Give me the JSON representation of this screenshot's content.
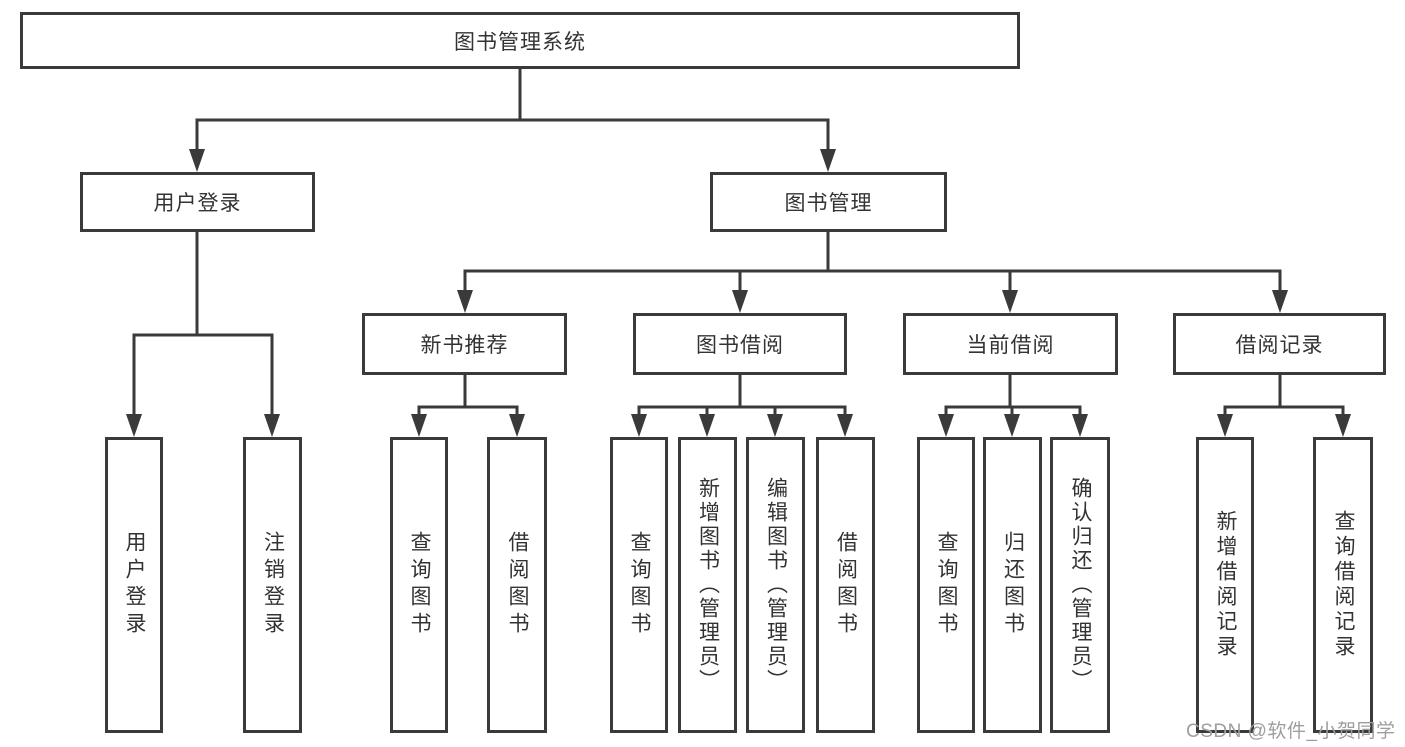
{
  "diagram_title": "图书管理系统",
  "nodes": {
    "root": "图书管理系统",
    "user_login": "用户登录",
    "book_mgmt": "图书管理",
    "new_book_rec": "新书推荐",
    "book_borrow": "图书借阅",
    "current_borrow": "当前借阅",
    "borrow_records": "借阅记录",
    "ul_user_login": "用户登录",
    "ul_logout": "注销登录",
    "nb_query_book": "查询图书",
    "nb_borrow_book": "借阅图书",
    "bb_query_book": "查询图书",
    "bb_add_book": "新增图书（管理员）",
    "bb_edit_book": "编辑图书（管理员）",
    "bb_borrow_book": "借阅图书",
    "cb_query_book": "查询图书",
    "cb_return_book": "归还图书",
    "cb_confirm_return": "确认归还（管理员）",
    "br_add_record": "新增借阅记录",
    "br_query_record": "查询借阅记录"
  },
  "watermark": "CSDN @软件_小贺同学",
  "colors": {
    "line": "#3a3a3a",
    "text": "#333333",
    "watermark": "#9e9e9e",
    "background": "#ffffff"
  }
}
